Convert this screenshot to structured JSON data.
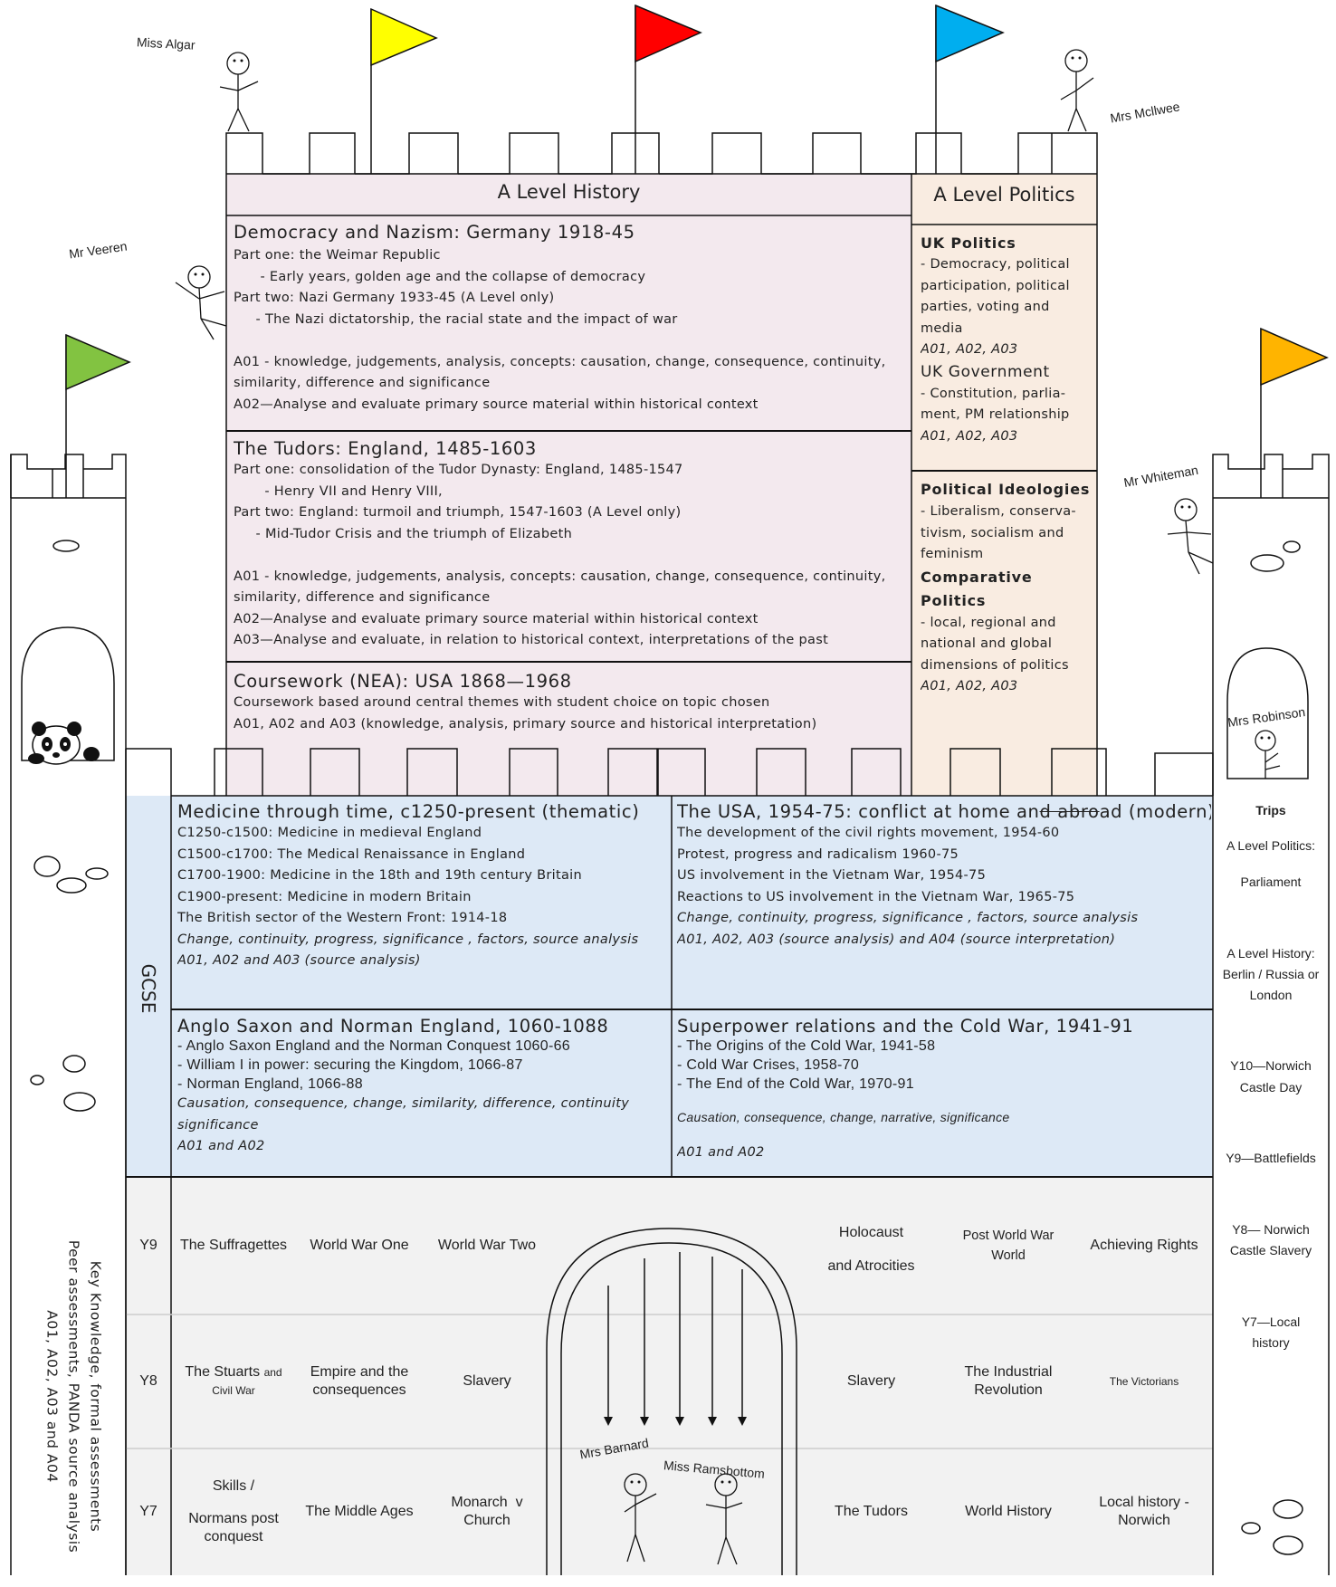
{
  "colors": {
    "alevel": "#f3e9ee",
    "politics": "#f9ece1",
    "gcse": "#dde9f6",
    "ks3": "#f2f2f2",
    "flag_yellow": "#ffff00",
    "flag_red": "#ff0000",
    "flag_blue": "#00aeef",
    "flag_green": "#82c341",
    "flag_orange": "#ffb400"
  },
  "people": {
    "algar": "Miss Algar",
    "mcilwee": "Mrs Mcllwee",
    "veeren": "Mr Veeren",
    "whiteman": "Mr Whiteman",
    "robinson": "Mrs Robinson",
    "barnard": "Mrs Barnard",
    "ramsbottom": "Miss Ramsbottom"
  },
  "alevel_history": {
    "header": "A Level History",
    "blocks": [
      {
        "title": "Democracy and Nazism: Germany 1918-45",
        "lines": [
          "Part one: the Weimar Republic",
          "      - Early years, golden age and the collapse of democracy",
          "Part two: Nazi Germany 1933-45 (A Level only)",
          "     - The Nazi dictatorship, the racial state and the impact of war",
          "",
          "A01 - knowledge, judgements, analysis, concepts: causation, change, consequence, continuity,",
          "similarity, difference and significance",
          "A02—Analyse and evaluate primary source material within historical context"
        ]
      },
      {
        "title": "The Tudors: England, 1485-1603",
        "lines": [
          "Part one: consolidation of the Tudor Dynasty: England, 1485-1547",
          "       - Henry VII and Henry VIII,",
          "Part two: England: turmoil and triumph, 1547-1603 (A Level only)",
          "     - Mid-Tudor Crisis and the triumph of Elizabeth",
          "",
          "A01 - knowledge, judgements, analysis, concepts: causation, change, consequence, continuity,",
          "similarity, difference and significance",
          "A02—Analyse and evaluate primary source material within historical context",
          "A03—Analyse and evaluate, in relation to historical context, interpretations of the past"
        ]
      },
      {
        "title": "Coursework (NEA): USA 1868—1968",
        "lines": [
          "Coursework based around central themes with student choice on topic chosen",
          "A01, A02 and A03 (knowledge, analysis, primary source and historical interpretation)"
        ]
      }
    ]
  },
  "alevel_politics": {
    "header": "A Level Politics",
    "uk_politics": {
      "title": "UK Politics",
      "lines": [
        "- Democracy, political",
        "participation, political",
        "parties, voting and",
        "media"
      ],
      "ao": "A01, A02, A03"
    },
    "uk_government": {
      "title": "UK Government",
      "lines": [
        "- Constitution, parlia-",
        "ment, PM relationship"
      ],
      "ao": "A01, A02, A03"
    },
    "ideologies": {
      "title": "Political Ideologies",
      "lines": [
        "- Liberalism, conserva-",
        "tivism, socialism and",
        "feminism"
      ]
    },
    "comparative": {
      "title_a": "Comparative",
      "title_b": "Politics",
      "lines": [
        "- local, regional and",
        "national and global",
        "dimensions of politics"
      ],
      "ao": "A01, A02, A03"
    }
  },
  "gcse": {
    "label": "GCSE",
    "medicine": {
      "title": "Medicine through time, c1250-present (thematic)",
      "lines": [
        "C1250-c1500: Medicine in medieval England",
        "C1500-c1700: The Medical Renaissance in England",
        "C1700-1900: Medicine in the 18th and 19th century Britain",
        "C1900-present: Medicine in modern Britain",
        "The British sector of the Western Front: 1914-18"
      ],
      "italic": [
        "Change, continuity, progress, significance , factors, source analysis",
        "A01, A02 and A03 (source analysis)"
      ]
    },
    "usa": {
      "title_a": "The USA, 1954-75: conflict at home an",
      "title_strike": "d abro",
      "title_b": "ad (modern)",
      "lines": [
        "The development of the civil rights movement, 1954-60",
        "Protest, progress and radicalism 1960-75",
        "US involvement in the Vietnam War, 1954-75",
        "Reactions to US involvement in the Vietnam War, 1965-75"
      ],
      "italic": [
        "Change, continuity, progress, significance , factors, source analysis",
        "A01, A02, A03 (source analysis) and A04 (source interpretation)"
      ]
    },
    "anglo": {
      "title": "Anglo Saxon and Norman England, 1060-1088",
      "lines": [
        "- Anglo Saxon England and the Norman Conquest 1060-66",
        "- William I in power: securing the Kingdom, 1066-87",
        "- Norman England, 1066-88"
      ],
      "italic": [
        "Causation, consequence, change, similarity, difference, continuity",
        "significance",
        "A01 and A02"
      ]
    },
    "cold_war": {
      "title": "Superpower relations and the Cold War, 1941-91",
      "lines": [
        "- The Origins of the Cold War, 1941-58",
        "- Cold War Crises, 1958-70",
        "- The End of the Cold War, 1970-91"
      ],
      "italic_a": "Causation, consequence, change, narrative, significance",
      "italic_b": "A01 and A02"
    }
  },
  "ks3": {
    "y9": {
      "label": "Y9",
      "t1": "The Suffragettes",
      "t2": "World War One",
      "t3": "World War Two",
      "t4a": "Holocaust",
      "t4b": "and Atrocities",
      "t5a": "Post World War",
      "t5b": "World",
      "t6": "Achieving Rights"
    },
    "y8": {
      "label": "Y8",
      "t1a": "The Stuarts",
      "t1b": "and",
      "t1c": "Civil War",
      "t2a": "Empire and the",
      "t2b": "consequences",
      "t3": "Slavery",
      "t4": "Slavery",
      "t5a": "The Industrial",
      "t5b": "Revolution",
      "t6": "The Victorians"
    },
    "y7": {
      "label": "Y7",
      "t1a": "Skills /",
      "t1b": "Normans post",
      "t1c": "conquest",
      "t2": "The Middle Ages",
      "t3a": "Monarch  v",
      "t3b": "Church",
      "t4": "The Tudors",
      "t5": "World History",
      "t6a": "Local history -",
      "t6b": "Norwich"
    },
    "side_a": "Key Knowledge, formal assessments",
    "side_b": "Peer assessments, PANDA source analysis",
    "side_c": "A01, A02, A03 and A04"
  },
  "trips": {
    "title": "Trips",
    "items": [
      "A Level Politics:",
      "Parliament",
      "A Level  History:",
      "Berlin / Russia or",
      "London",
      "Y10—Norwich",
      "Castle Day",
      "Y9—Battlefields",
      "Y8— Norwich",
      "Castle Slavery",
      "Y7—Local",
      "history"
    ]
  }
}
